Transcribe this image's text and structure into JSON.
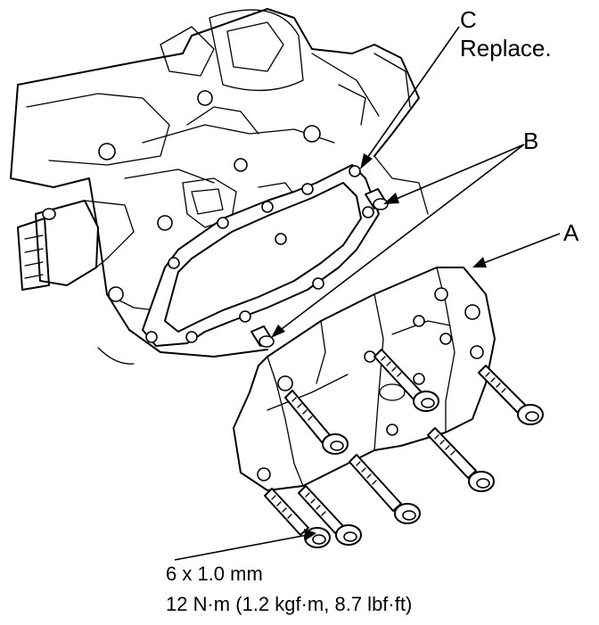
{
  "labels": {
    "c_letter": "C",
    "c_note": "Replace.",
    "b_letter": "B",
    "a_letter": "A"
  },
  "spec": {
    "bolt_size": "6 x 1.0 mm",
    "torque": "12 N·m (1.2 kgf·m, 8.7 lbf·ft)"
  }
}
